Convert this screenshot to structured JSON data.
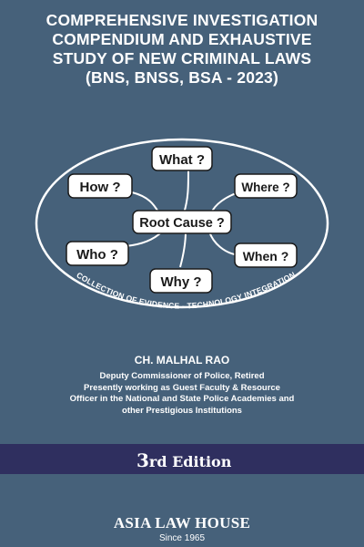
{
  "title": {
    "lines": [
      "COMPREHENSIVE INVESTIGATION",
      "COMPENDIUM AND EXHAUSTIVE",
      "STUDY OF NEW CRIMINAL LAWS",
      "(BNS, BNSS, BSA - 2023)"
    ]
  },
  "diagram": {
    "center": "Root Cause ?",
    "nodes": {
      "what": "What ?",
      "how": "How ?",
      "where": "Where ?",
      "who": "Who ?",
      "when": "When ?",
      "why": "Why ?"
    },
    "arc_text": "COLLECTION OF EVIDENCE - TECHNOLOGY INTEGRATION"
  },
  "author": {
    "name": "CH. MALHAL RAO",
    "lines": [
      "Deputy Commissioner of Police, Retired",
      "Presently working as Guest Faculty & Resource",
      "Officer in the National and State Police Academies and",
      "other Prestigious Institutions"
    ]
  },
  "edition": {
    "number": "3",
    "suffix": "rd Edition"
  },
  "publisher": {
    "name": "ASIA LAW HOUSE",
    "since": "Since 1965"
  },
  "colors": {
    "background": "#46617a",
    "edition_band": "#2f2f5f",
    "text": "#ffffff",
    "box_fill": "#ffffff",
    "box_text": "#1a1a1a"
  }
}
